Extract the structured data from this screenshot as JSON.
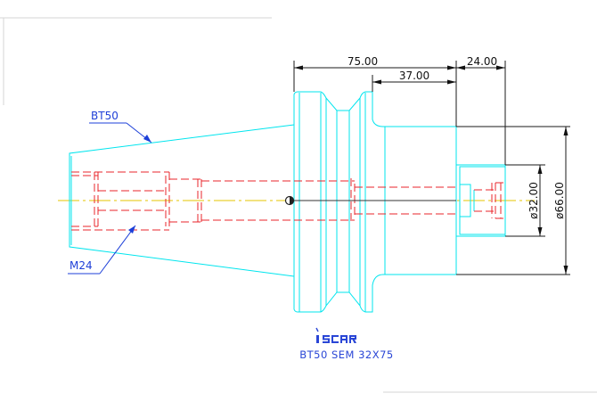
{
  "dimensions": {
    "overall_length": "75.00",
    "taper_length": "37.00",
    "bore_depth": "24.00",
    "bore_diameter": "ø32.00",
    "flange_diameter": "ø66.00"
  },
  "callouts": {
    "taper": "BT50",
    "thread": "M24"
  },
  "logo": {
    "text": "iscar"
  },
  "caption": "BT50 SEM 32X75",
  "colors": {
    "outline": "#00e5ee",
    "hidden": "#e8262b",
    "dimension": "#1a1a1a",
    "leader": "#1c3fd8",
    "centerline": "#e6c600"
  }
}
